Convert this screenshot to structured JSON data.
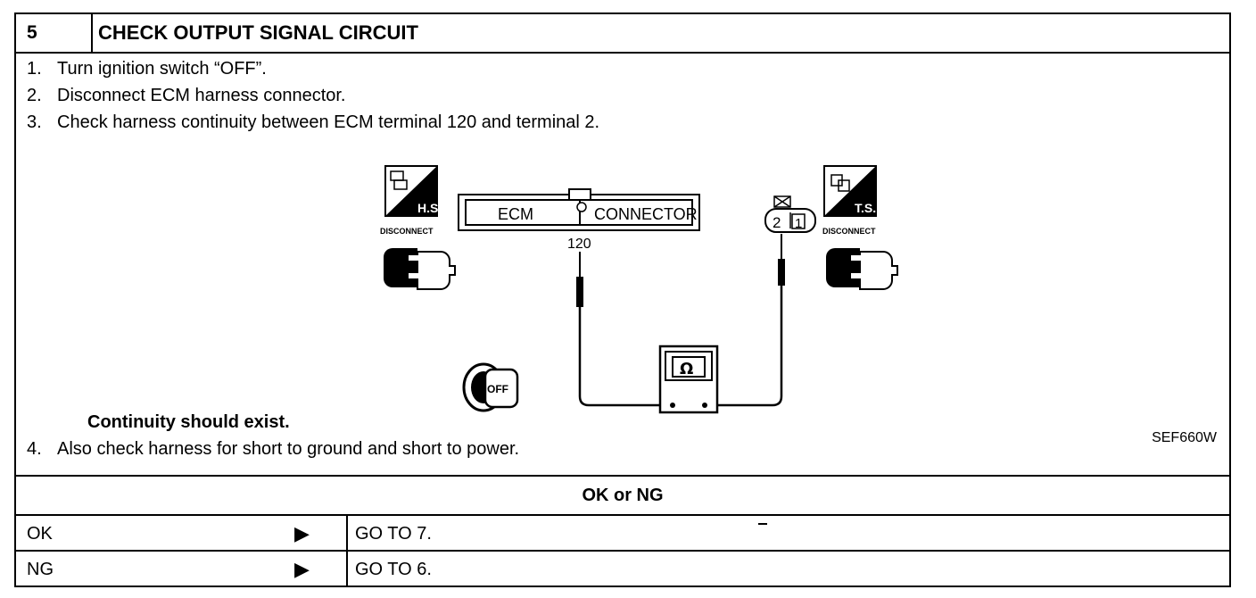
{
  "header": {
    "number": "5",
    "title": "CHECK OUTPUT SIGNAL CIRCUIT"
  },
  "steps": [
    {
      "num": "1.",
      "text": "Turn ignition switch “OFF”."
    },
    {
      "num": "2.",
      "text": "Disconnect ECM harness connector."
    },
    {
      "num": "3.",
      "text": "Check harness continuity between ECM terminal 120 and terminal 2."
    },
    {
      "num": "4.",
      "text": "Also check harness for short to ground and short to power."
    }
  ],
  "result": "Continuity should exist.",
  "diagram": {
    "ecm_label": "ECM",
    "connector_label": "CONNECTOR",
    "terminal_120": "120",
    "pin_2": "2",
    "pin_1": "1",
    "left_badge": "H.S.",
    "right_badge": "T.S.",
    "left_disconnect": "DISCONNECT",
    "right_disconnect": "DISCONNECT",
    "meter_symbol": "Ω",
    "key_label": "OFF",
    "reference": "SEF660W"
  },
  "decision": "OK or NG",
  "outcomes": [
    {
      "label": "OK",
      "arrow": "▶",
      "action": "GO TO 7."
    },
    {
      "label": "NG",
      "arrow": "▶",
      "action": "GO TO 6."
    }
  ]
}
